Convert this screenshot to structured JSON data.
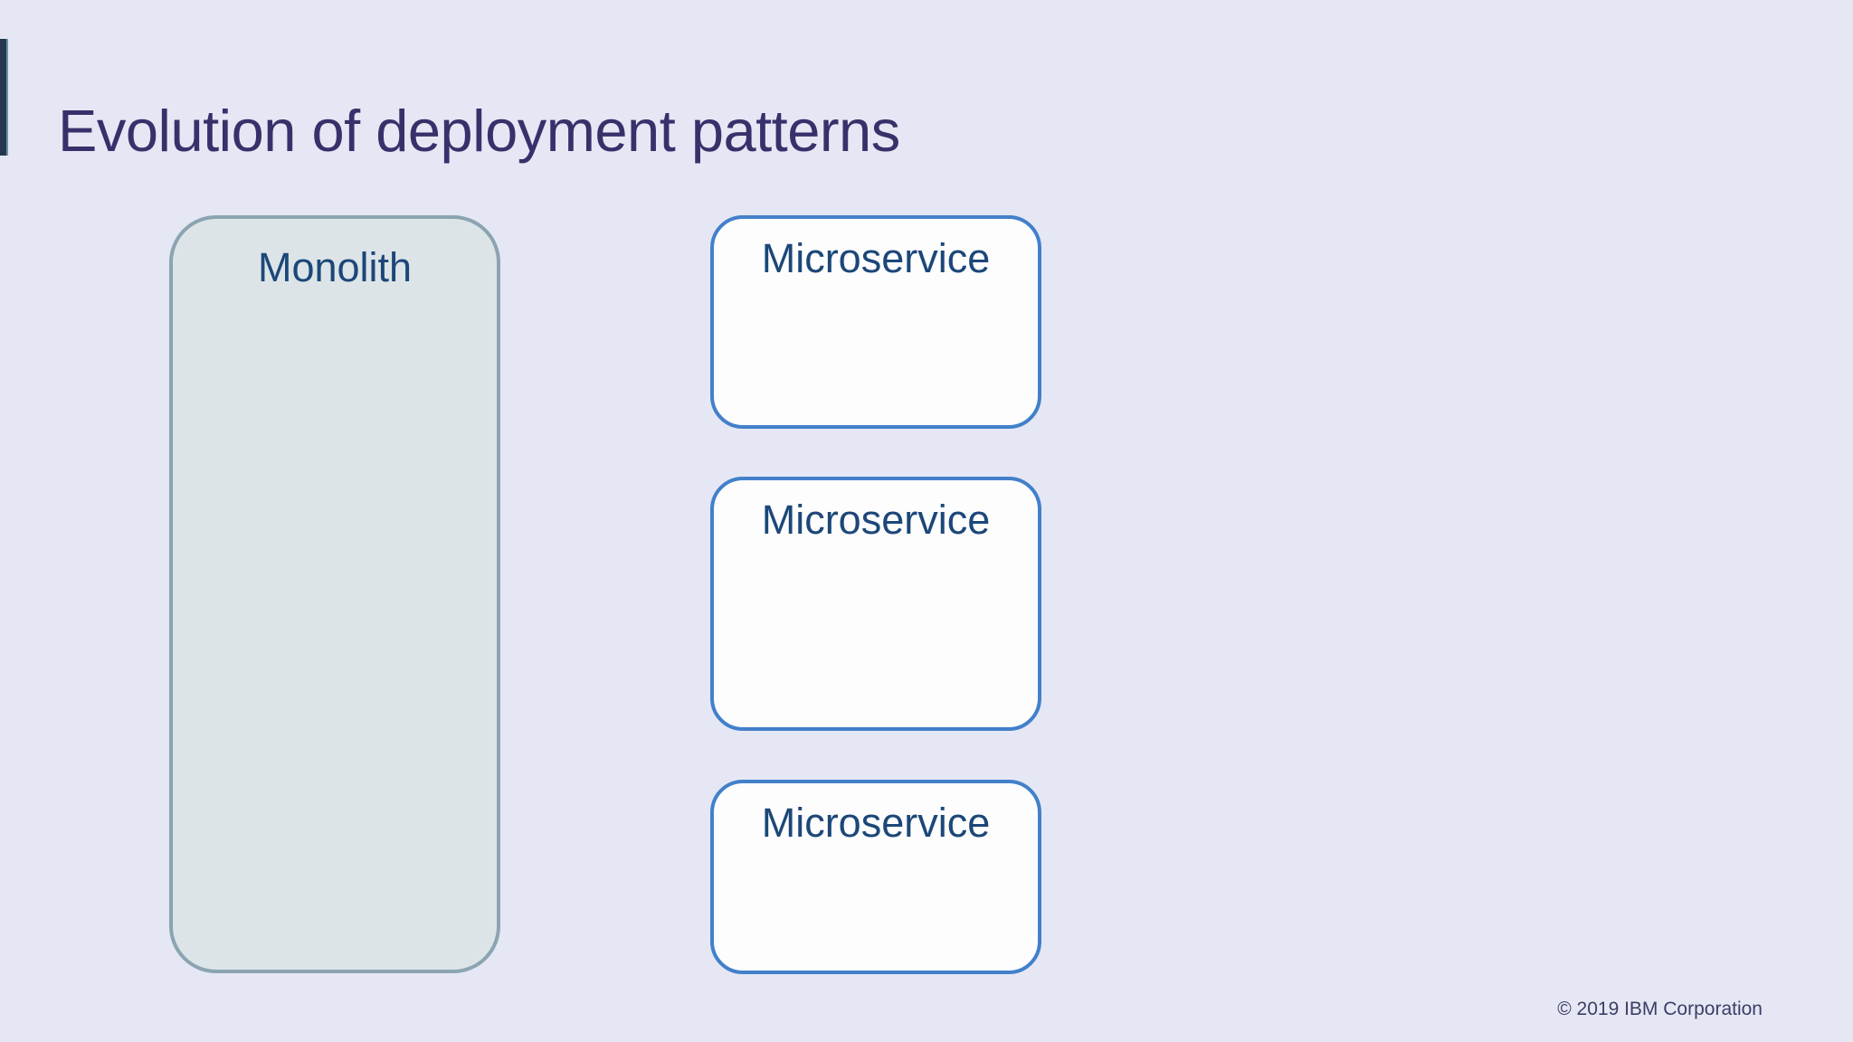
{
  "slide": {
    "title": "Evolution of deployment patterns",
    "diagram": {
      "monolith": {
        "label": "Monolith"
      },
      "microservices": [
        {
          "label": "Microservice"
        },
        {
          "label": "Microservice"
        },
        {
          "label": "Microservice"
        }
      ]
    },
    "footer": {
      "copyright": "© 2019 IBM Corporation"
    },
    "colors": {
      "background": "#e6e7f4",
      "title_text": "#37316b",
      "accent_bar": "#243850",
      "accent_bar_edge": "#6f93a3",
      "monolith_fill": "#dce4e7",
      "monolith_border": "#8ba4b1",
      "microservice_fill": "#fdfdfe",
      "microservice_border": "#4280ca",
      "box_label_text": "#1c4778",
      "footer_text": "#3d3d66"
    }
  }
}
